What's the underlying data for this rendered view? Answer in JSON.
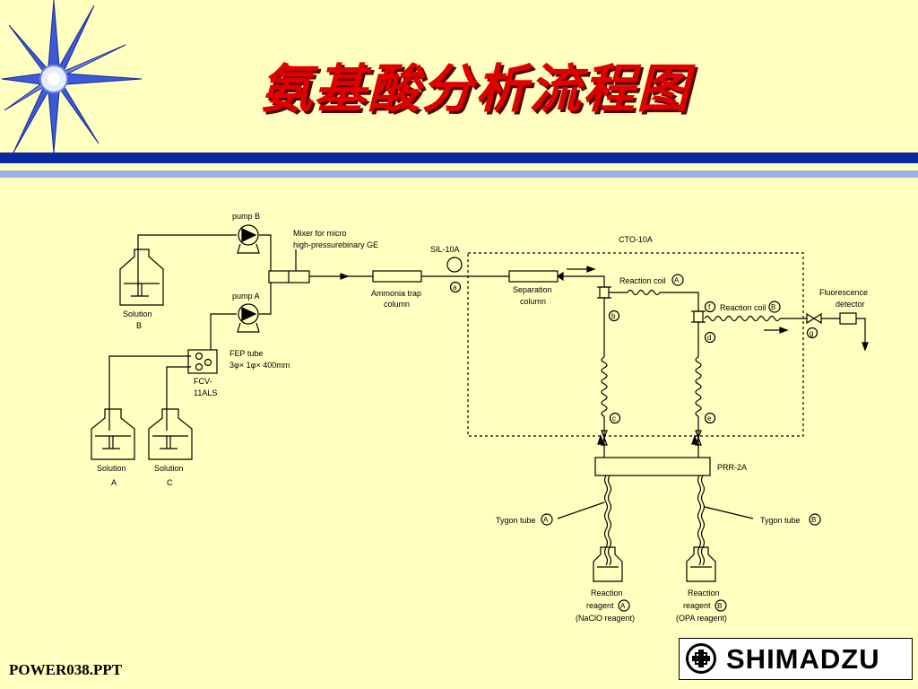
{
  "title": "氨基酸分析流程图",
  "footer": "POWER038.PPT",
  "logo": {
    "brand": "SHIMADZU",
    "mark": "shimadzu-logo-mark"
  },
  "colors": {
    "background": "#ffffc0",
    "title": "#e00000",
    "band": "#0a28a0",
    "band_light": "#9ab0e8"
  },
  "diagram": {
    "pump_b": "pump B",
    "pump_a": "pump A",
    "mixer": [
      "Mixer for micro",
      "high-pressurebinary GE"
    ],
    "sil": "SIL-10A",
    "cto": "CTO-10A",
    "ammonia": [
      "Ammonia trap",
      "column"
    ],
    "separation": [
      "Separation",
      "column"
    ],
    "coil_a": "Reaction coil",
    "coil_b": "Reaction coil",
    "detector": [
      "Fluorescence",
      "detector"
    ],
    "fep": [
      "FEP tube",
      "3φ× 1φ× 400mm"
    ],
    "fcv": [
      "FCV-",
      "11ALS"
    ],
    "solution_b": [
      "Solution",
      "B"
    ],
    "solution_a": [
      "Solution",
      "A"
    ],
    "solution_c": [
      "Solution",
      "C"
    ],
    "prr": "PRR-2A",
    "tygon_a": "Tygon tube",
    "tygon_b": "Tygon tube",
    "reagent_a": [
      "Reaction",
      "reagent",
      "(NaClO reagent)"
    ],
    "reagent_b": [
      "Reaction",
      "reagent",
      "(OPA reagent)"
    ],
    "marks": {
      "a": "a",
      "b": "b",
      "c": "c",
      "d": "d",
      "e": "e",
      "f": "f",
      "g": "g",
      "A": "A",
      "B": "B"
    }
  }
}
